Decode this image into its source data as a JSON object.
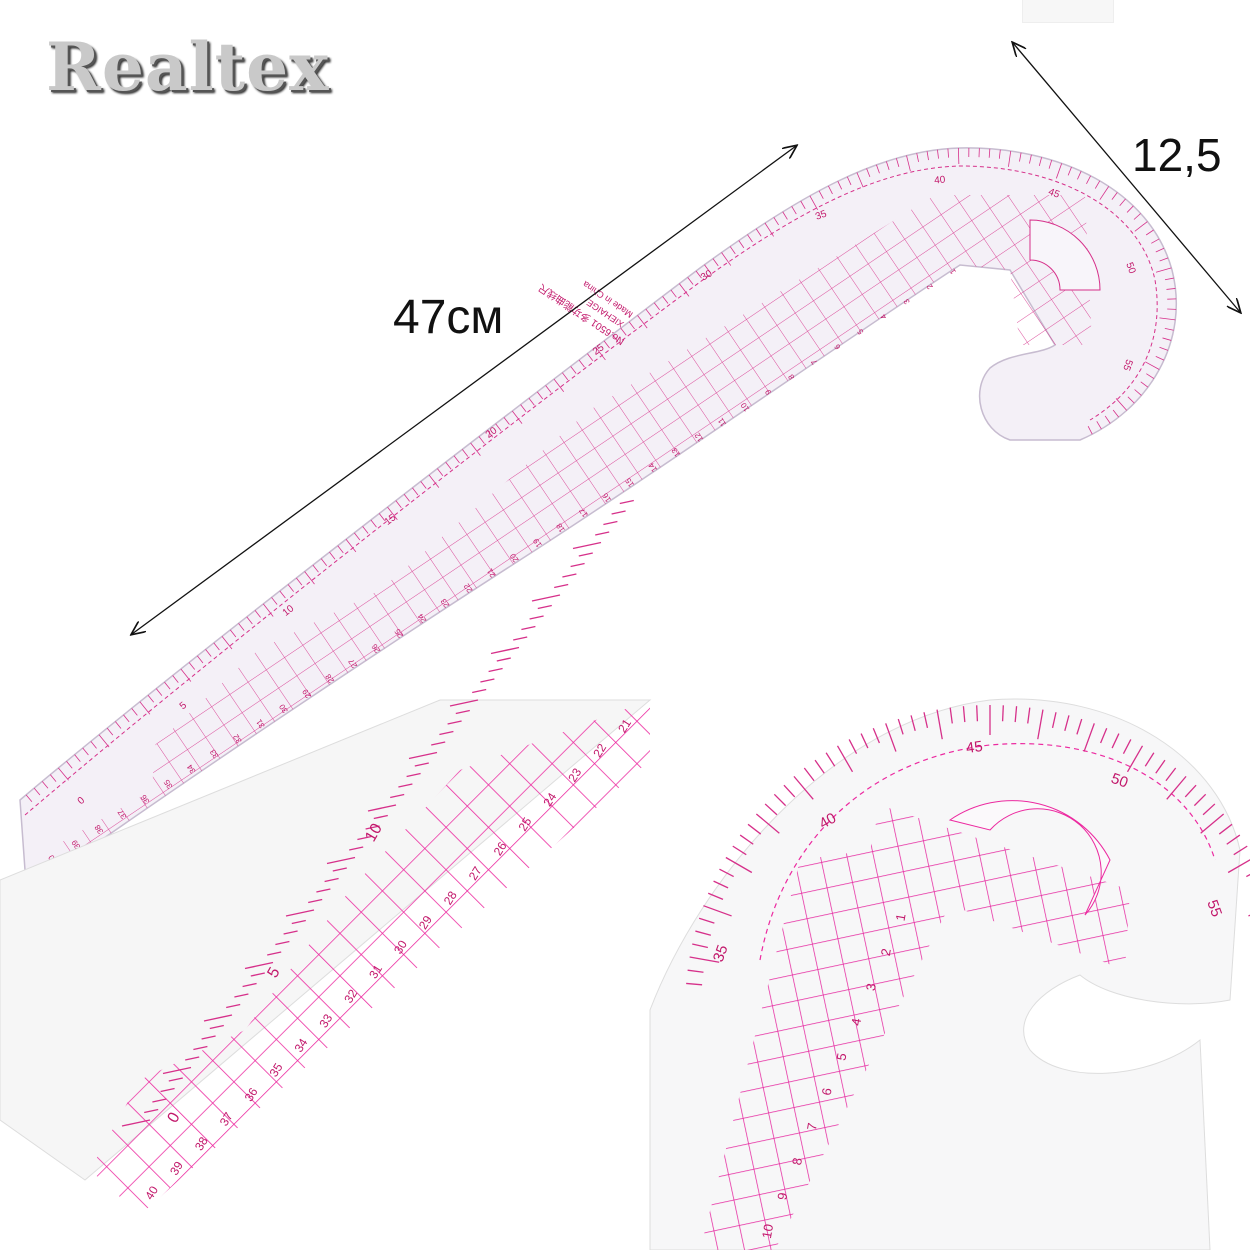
{
  "brand": {
    "logo_text": "Realtex"
  },
  "dimensions": {
    "length_label": "47см",
    "width_label": "12,5"
  },
  "ruler": {
    "model_text": "No.6501 多功能曲线尺",
    "maker_text": "XIEHAIGE",
    "origin_text": "Made in China",
    "outer_scale_labels": [
      "0",
      "5",
      "10",
      "15",
      "20",
      "25",
      "30",
      "35",
      "40",
      "45",
      "50",
      "55"
    ],
    "grid_numbers": [
      "1",
      "2",
      "3",
      "4",
      "5",
      "6",
      "7",
      "8",
      "9",
      "10",
      "11",
      "12",
      "13",
      "14",
      "15",
      "16",
      "17",
      "18",
      "19",
      "20",
      "21",
      "22",
      "23",
      "24",
      "25",
      "26",
      "27",
      "28",
      "29",
      "30",
      "31",
      "32",
      "33",
      "34",
      "35",
      "36",
      "37",
      "38",
      "39",
      "40"
    ]
  },
  "inset_left": {
    "scale_labels": [
      "0",
      "5",
      "10"
    ],
    "grid_numbers": [
      "21",
      "22",
      "23",
      "24",
      "25",
      "26",
      "27",
      "28",
      "29",
      "30",
      "31",
      "32",
      "33",
      "34",
      "35",
      "36",
      "37",
      "38",
      "39",
      "40"
    ]
  },
  "inset_right": {
    "scale_labels": [
      "35",
      "40",
      "45",
      "50",
      "55"
    ],
    "grid_numbers": [
      "1",
      "2",
      "3",
      "4",
      "5",
      "6",
      "7",
      "8",
      "9",
      "10"
    ]
  },
  "colors": {
    "ink": "#d6308a",
    "plastic": "#f4f0f7"
  }
}
